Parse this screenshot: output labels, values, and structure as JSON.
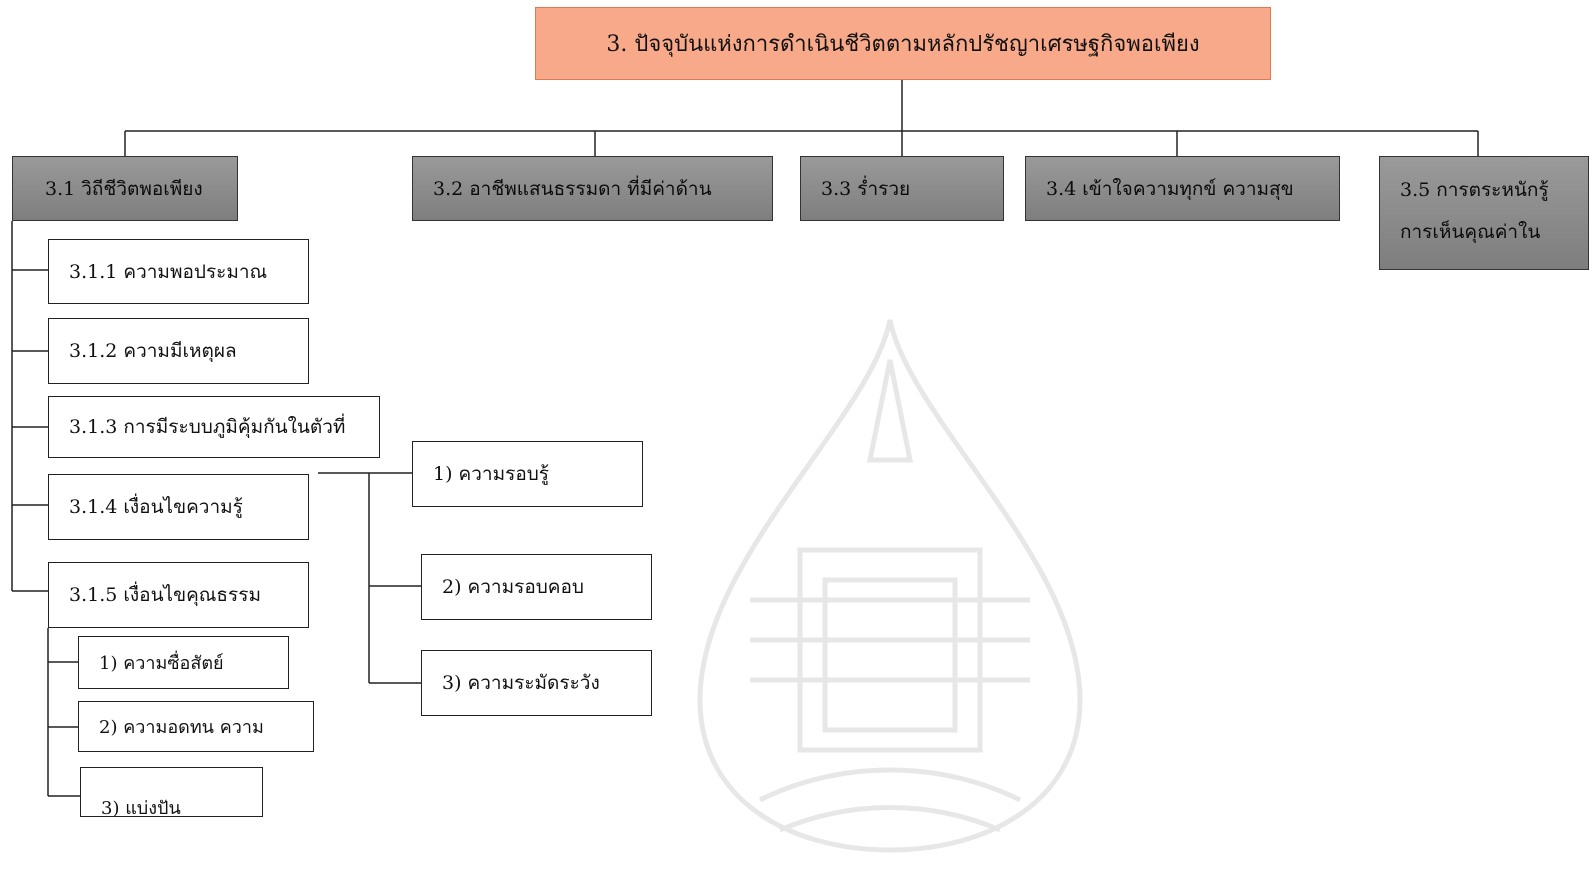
{
  "root": {
    "label": "3. ปัจจุบันแห่งการดำเนินชีวิตตามหลักปรัชญาเศรษฐกิจพอเพียง"
  },
  "categories": [
    {
      "label": "3.1 วิถีชีวิตพอเพียง"
    },
    {
      "label": "3.2    อาชีพแสนธรรมดา ที่มีค่าด้าน"
    },
    {
      "label": "3.3    ร่ำรวย"
    },
    {
      "label": "3.4 เข้าใจความทุกข์ ความสุข"
    },
    {
      "label_line1": "3.5 การตระหนักรู้",
      "label_line2": "การเห็นคุณค่าใน"
    }
  ],
  "sub_items": [
    {
      "label": "3.1.1 ความพอประมาณ"
    },
    {
      "label": "3.1.2 ความมีเหตุผล"
    },
    {
      "label": "3.1.3 การมีระบบภูมิคุ้มกันในตัวที่"
    },
    {
      "label": "3.1.4 เงื่อนไขความรู้"
    },
    {
      "label": "3.1.5 เงื่อนไขคุณธรรม"
    }
  ],
  "knowledge_items": [
    {
      "label": "1)  ความรอบรู้"
    },
    {
      "label": "2) ความรอบคอบ"
    },
    {
      "label": "3) ความระมัดระวัง"
    }
  ],
  "virtue_items": [
    {
      "label": "1) ความซื่อสัตย์"
    },
    {
      "label": "2) ความอดทน ความ"
    },
    {
      "label": "3) แบ่งปัน"
    }
  ],
  "colors": {
    "root_fill": "#f7a98a",
    "category_fill": "#8a8a8a",
    "line": "#222222"
  },
  "watermark": {
    "icon": "university-emblem-watermark"
  }
}
